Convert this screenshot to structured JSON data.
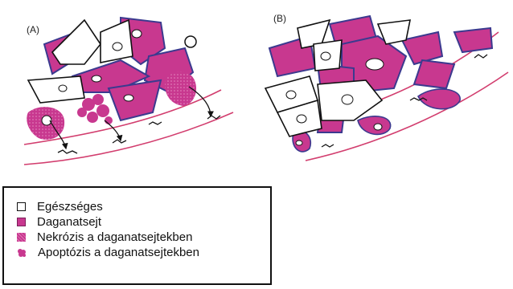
{
  "panels": {
    "a_label": "(A)",
    "b_label": "(B)"
  },
  "legend": {
    "items": [
      {
        "swatch": "healthy",
        "label": "Egészséges"
      },
      {
        "swatch": "tumor",
        "label": "Daganatsejt"
      },
      {
        "swatch": "necrosis",
        "label": "Nekrózis a daganatsejtekben"
      },
      {
        "swatch": "apoptosis",
        "label": "Apoptózis a daganatsejtekben"
      }
    ]
  },
  "colors": {
    "tumor": "#c8388f",
    "tumor_outline": "#3b3a8f",
    "vessel": "#d23d6e",
    "outline": "#111111"
  }
}
